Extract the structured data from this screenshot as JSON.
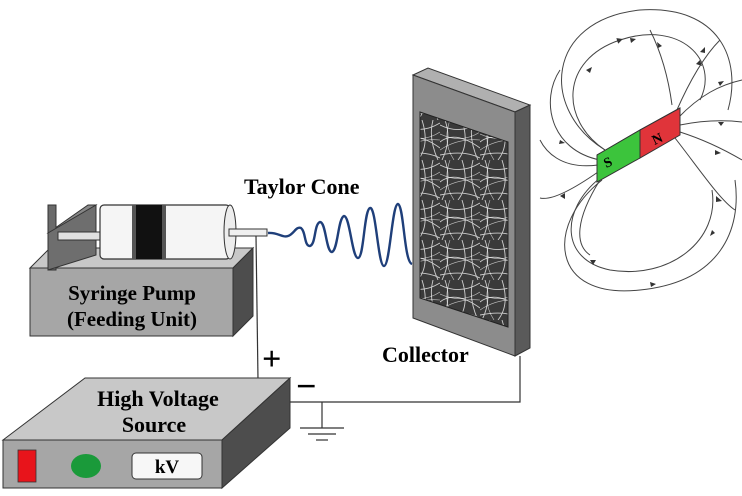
{
  "labels": {
    "taylor_cone": "Taylor Cone",
    "collector": "Collector",
    "syringe_pump_line1": "Syringe Pump",
    "syringe_pump_line2": "(Feeding Unit)",
    "hv_source_line1": "High Voltage",
    "hv_source_line2": "Source",
    "kv_display": "kV",
    "positive_sign": "+",
    "negative_sign": "−",
    "magnet_south": "S",
    "magnet_north": "N"
  },
  "colors": {
    "box_top": "#c8c8c8",
    "box_front": "#a6a6a6",
    "box_side": "#4d4d4d",
    "collector_front": "#8c8c8c",
    "collector_side": "#5a5a5a",
    "jet": "#1f3f7a",
    "magnet_south": "#3cc43c",
    "magnet_north": "#e0343a",
    "indicator_red": "#e8141b",
    "indicator_green": "#1a9a3a"
  },
  "icons": [
    "syringe-icon",
    "ground-icon",
    "magnet-icon",
    "field-lines-icon"
  ]
}
